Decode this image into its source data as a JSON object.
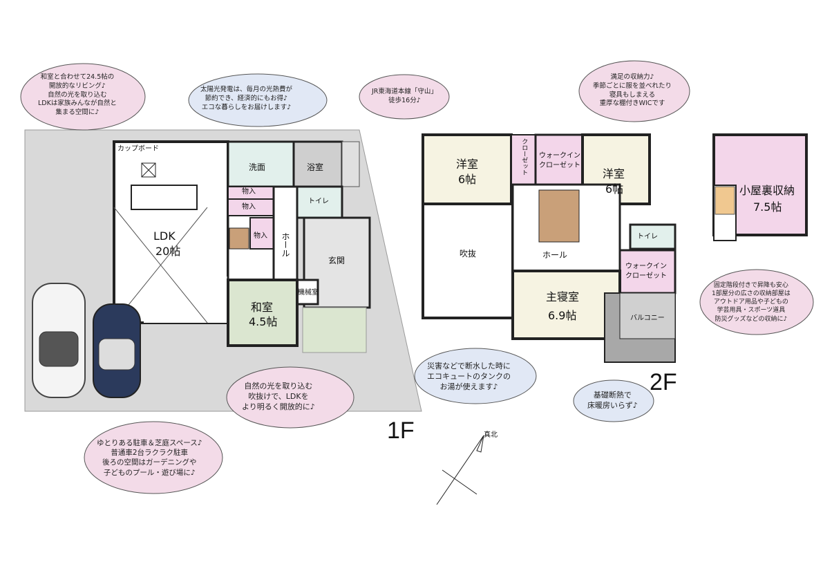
{
  "floor_1f": {
    "label": "1F",
    "rooms": {
      "cupboard": "カップボード",
      "ldk_name": "LDK",
      "ldk_size": "20帖",
      "washroom": "洗面",
      "bath": "浴室",
      "storage1": "物入",
      "storage2": "物入",
      "storage3": "物入",
      "toilet": "トイレ",
      "hall": "ホール",
      "entrance": "玄関",
      "machine_room": "機械室",
      "washitsu_name": "和室",
      "washitsu_size": "4.5帖"
    }
  },
  "floor_2f": {
    "label": "2F",
    "rooms": {
      "western1_name": "洋室",
      "western1_size": "6帖",
      "closet": "クローゼット",
      "wic1_line1": "ウォークイン",
      "wic1_line2": "クローゼット",
      "western2_name": "洋室",
      "western2_size": "6帖",
      "void": "吹抜",
      "hall": "ホール",
      "toilet": "トイレ",
      "wic2_line1": "ウォークイン",
      "wic2_line2": "クローゼット",
      "master_name": "主寝室",
      "master_size": "6.9帖",
      "balcony": "バルコニー"
    }
  },
  "attic": {
    "name": "小屋裏収納",
    "size": "7.5帖"
  },
  "compass": {
    "label": "真北"
  },
  "callouts": {
    "living": [
      "和室と合わせて24.5帖の",
      "開放的なリビング♪",
      "自然の光を取り込む",
      "LDKは家族みんなが自然と",
      "集まる空間に♪"
    ],
    "solar": [
      "太陽光発電は、毎月の光熱費が",
      "節約でき、経済的にもお得♪",
      "エコな暮らしをお届けします♪"
    ],
    "station": [
      "JR東海道本線「守山」",
      "徒歩16分♪"
    ],
    "storage": [
      "満足の収納力♪",
      "季節ごとに服を並べれたり",
      "寝具もしまえる",
      "重厚な棚付きWICです"
    ],
    "attic_note": [
      "固定階段付きで昇降も安心",
      "1部屋分の広さの収納部屋は",
      "アウトドア用品や子どもの",
      "学芸用具・スポーツ道具",
      "防災グッズなどの収納に♪"
    ],
    "water": [
      "災害などで断水した時に",
      "エコキュートのタンクの",
      "お湯が使えます♪"
    ],
    "insulation": [
      "基礎断熱で",
      "床暖房いらず♪"
    ],
    "light": [
      "自然の光を取り込む",
      "吹抜けで、LDKを",
      "より明るく開放的に♪"
    ],
    "parking": [
      "ゆとりある駐車＆芝庭スペース♪",
      "普通車2台ラクラク駐車",
      "後ろの空間はガーデニングや",
      "子どものプール・遊び場に♪"
    ]
  },
  "colors": {
    "cloud_fill": "#f3dbe8",
    "lot_fill": "#d9d9d9",
    "wet_fill": "#e2f0ec",
    "closet_fill": "#f3d6ea",
    "washitsu_fill": "#dbe6d0",
    "wall": "#222222"
  }
}
